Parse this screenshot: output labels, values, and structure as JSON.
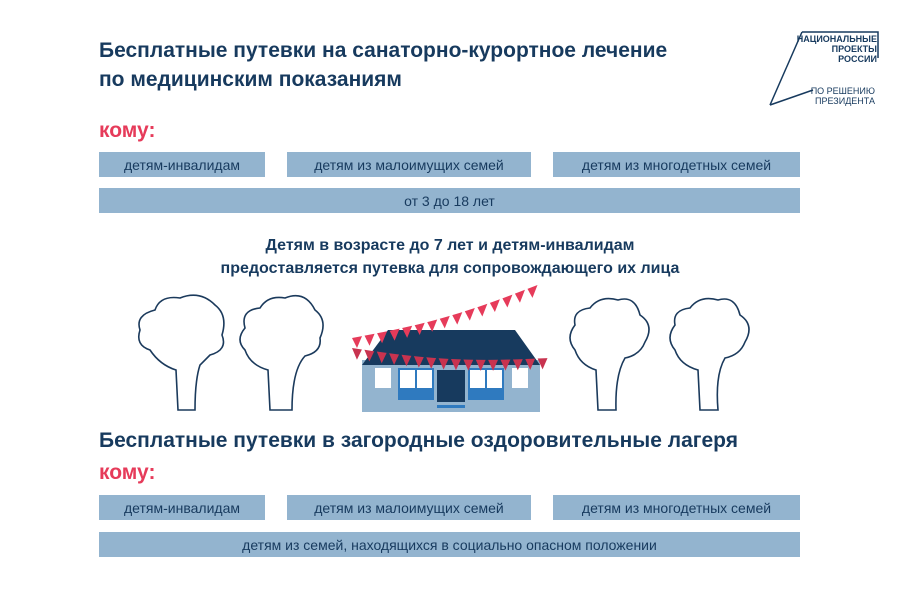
{
  "logo": {
    "line1": "НАЦИОНАЛЬНЫЕ",
    "line2": "ПРОЕКТЫ",
    "line3": "РОССИИ",
    "line4": "ПО РЕШЕНИЮ",
    "line5": "ПРЕЗИДЕНТА"
  },
  "section1": {
    "title_line1": "Бесплатные путевки на санаторно-курортное лечение",
    "title_line2": "по медицинским показаниям",
    "komu": "кому:",
    "items": [
      "детям-инвалидам",
      "детям из малоимущих семей",
      "детям из многодетных семей"
    ],
    "age": "от 3 до 18 лет"
  },
  "note": {
    "line1": "Детям в возрасте до 7 лет и детям-инвалидам",
    "line2": "предоставляется путевка для сопровождающего их лица"
  },
  "section2": {
    "title": "Бесплатные путевки в загородные оздоровительные лагеря",
    "komu": "кому:",
    "items": [
      "детям-инвалидам",
      "детям из малоимущих семей",
      "детям из многодетных семей"
    ],
    "extra": "детям из семей, находящихся в социально опасном положении"
  },
  "colors": {
    "navy": "#173a5e",
    "pink": "#e63b5a",
    "box": "#93b4cf"
  }
}
